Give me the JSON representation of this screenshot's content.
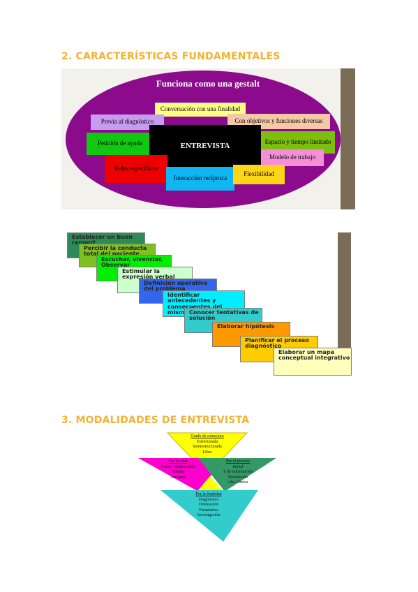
{
  "headings": {
    "caracteristicas": "2. CARACTERÍSTICAS FUNDAMENTALES",
    "modalidades": "3. MODALIDADES DE ENTREVISTA"
  },
  "gestalt": {
    "title": "Funciona como una gestalt",
    "center": "ENTREVISTA",
    "items": [
      "Conversación con una finalidad",
      "Previa al diagnóstico",
      "Con objetivos y funciones diversas",
      "Petición de ayuda",
      "Espacio y tiempo limitado",
      "Modelo de trabajo",
      "Roles específicos",
      "Interacción recíproca",
      "Flexibilidad"
    ]
  },
  "steps": [
    "Establecer un buen rapport",
    "Percibir la conducta total del paciente",
    "Escuchar, vivenciar, Observar",
    "Estimular la expresión verbal",
    "Definición operativa del problema",
    "Identificar antecedentes y consecuentes del mismo",
    "Conocer tentativas de solución",
    "Elaborar hipótesis",
    "Planificar el proceso diagnóstico",
    "Elaborar un mapa conceptual integrativo"
  ],
  "modalidades": {
    "top": {
      "title": "Grado de estructura",
      "items": [
        "Estructurada",
        "Semiestructurada",
        "Libre"
      ]
    },
    "left": {
      "title": "Por la edad",
      "items": [
        "Niños / adolescentes",
        "Adultos",
        "Ancianos"
      ]
    },
    "right": {
      "title": "Por el proceso",
      "items": [
        "Inicial",
        "Y de Información",
        "Devolución",
        "Alta Clínica"
      ]
    },
    "bottom": {
      "title": "Por la finalidad",
      "items": [
        "Diagnóstico",
        "Orientación",
        "Terapéutica",
        "Investigación"
      ]
    }
  }
}
